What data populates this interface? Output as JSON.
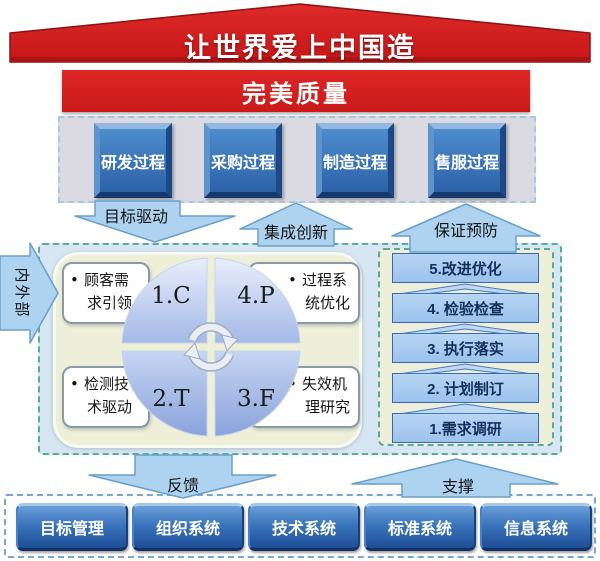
{
  "banner": {
    "title": "让世界爱上中国造"
  },
  "quality_bar": {
    "label": "完美质量"
  },
  "process_row": {
    "buttons": [
      {
        "label": "研发过程"
      },
      {
        "label": "采购过程"
      },
      {
        "label": "制造过程"
      },
      {
        "label": "售服过程"
      }
    ]
  },
  "arrows": {
    "goal_driven": "目标驱动",
    "integration_innovation": "集成创新",
    "assure_prevent": "保证预防",
    "feedback": "反馈",
    "support": "支撑",
    "internal_external": "内外部"
  },
  "pdca": {
    "quadrants": [
      {
        "label": "1.C"
      },
      {
        "label": "4.P"
      },
      {
        "label": "2.T"
      },
      {
        "label": "3.F"
      }
    ],
    "notes": [
      {
        "lines": [
          "顾客需",
          "求引领"
        ]
      },
      {
        "lines": [
          "过程系",
          "统优化"
        ]
      },
      {
        "lines": [
          "检测技",
          "术驱动"
        ]
      },
      {
        "lines": [
          "失效机",
          "理研究"
        ]
      }
    ]
  },
  "steps": {
    "items": [
      {
        "label": "5.改进优化"
      },
      {
        "label": "4. 检验检查"
      },
      {
        "label": "3. 执行落实"
      },
      {
        "label": "2. 计划制订"
      },
      {
        "label": "1.需求调研"
      }
    ]
  },
  "foundation_row": {
    "buttons": [
      {
        "label": "目标管理"
      },
      {
        "label": "组织系统"
      },
      {
        "label": "技术系统"
      },
      {
        "label": "标准系统"
      },
      {
        "label": "信息系统"
      }
    ]
  },
  "icons": {
    "bullet": "•"
  },
  "colors": {
    "banner_red": "#d21f1f",
    "banner_red_dark": "#a81414",
    "process_button_blue": "#2f68b0",
    "arrow_fill_blue": "#aed3f1",
    "arrow_stroke_blue": "#68a0cc",
    "panel_green": "#edefd9",
    "step_bar_blue": "#a9cdf0",
    "dash_teal": "#56aaa0",
    "foundation_button_blue": "#2a5ca8",
    "gray_box": "#dbdae2",
    "mid_container_blue": "#d7e6f3"
  }
}
